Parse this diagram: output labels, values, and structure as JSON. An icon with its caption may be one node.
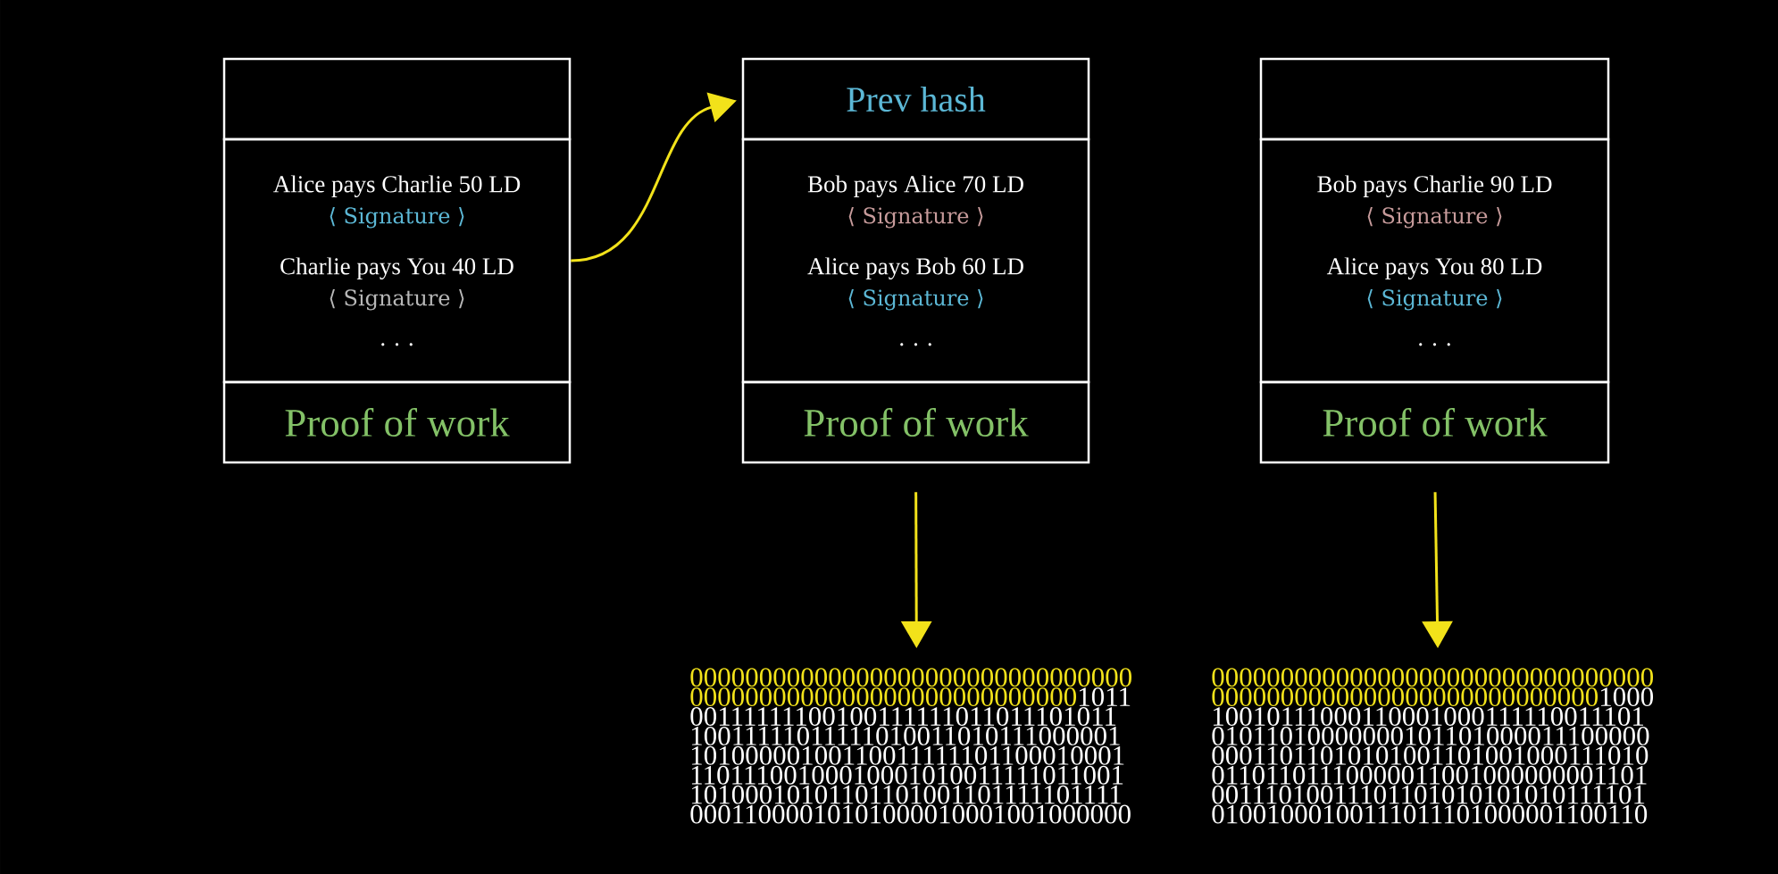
{
  "diagram": {
    "nodes": [
      {
        "text": [],
        "shape": "box"
      },
      {
        "text": [
          "Alice pays Charlie 50 LD",
          "⟨ Signature ⟩",
          "Charlie pays You 40 LD",
          "⟨ Signature ⟩",
          ". . ."
        ]
      },
      {
        "text": [
          "Proof of work"
        ]
      },
      {
        "text": [
          "Prev hash"
        ]
      },
      {
        "text": [
          "Bob pays Alice 70 LD",
          "⟨ Signature ⟩",
          "Alice pays Bob 60 LD",
          "⟨ Signature ⟩",
          ". . ."
        ]
      },
      {
        "text": [
          "Proof of work"
        ]
      },
      {
        "text": [],
        "shape": "box"
      },
      {
        "text": [
          "Bob pays Charlie 90 LD",
          "⟨ Signature ⟩",
          "Alice pays You 80 LD",
          "⟨ Signature ⟩",
          ". . ."
        ]
      },
      {
        "text": [
          "Proof of work"
        ]
      },
      {
        "text": [
          "00000000000000000000000000000000 0000000000000000000000000000",
          "1011 00111111100100111111011011101011 10011111011111010011010111000001 10100000100110011111101100010001 11011100100010001010011111011001 10100010101101101001101111101111 00011000010101000010001001000000"
        ]
      },
      {
        "text": [
          "00000000000000000000000000000000 0000000000000000000000000000",
          "1000 10010111000110001000111110011101 01011010000000101101000011100000 00011011010101001101001000111010 01101101110000011001000000001101 00111010011101101010101010111101 01001000100111011101000001100110"
        ]
      }
    ],
    "edges": [
      {
        "from": 1,
        "to": 3,
        "arrow": "to"
      },
      {
        "from": 5,
        "to": 9,
        "arrow": "to"
      },
      {
        "from": 8,
        "to": 10,
        "arrow": "to"
      }
    ]
  }
}
